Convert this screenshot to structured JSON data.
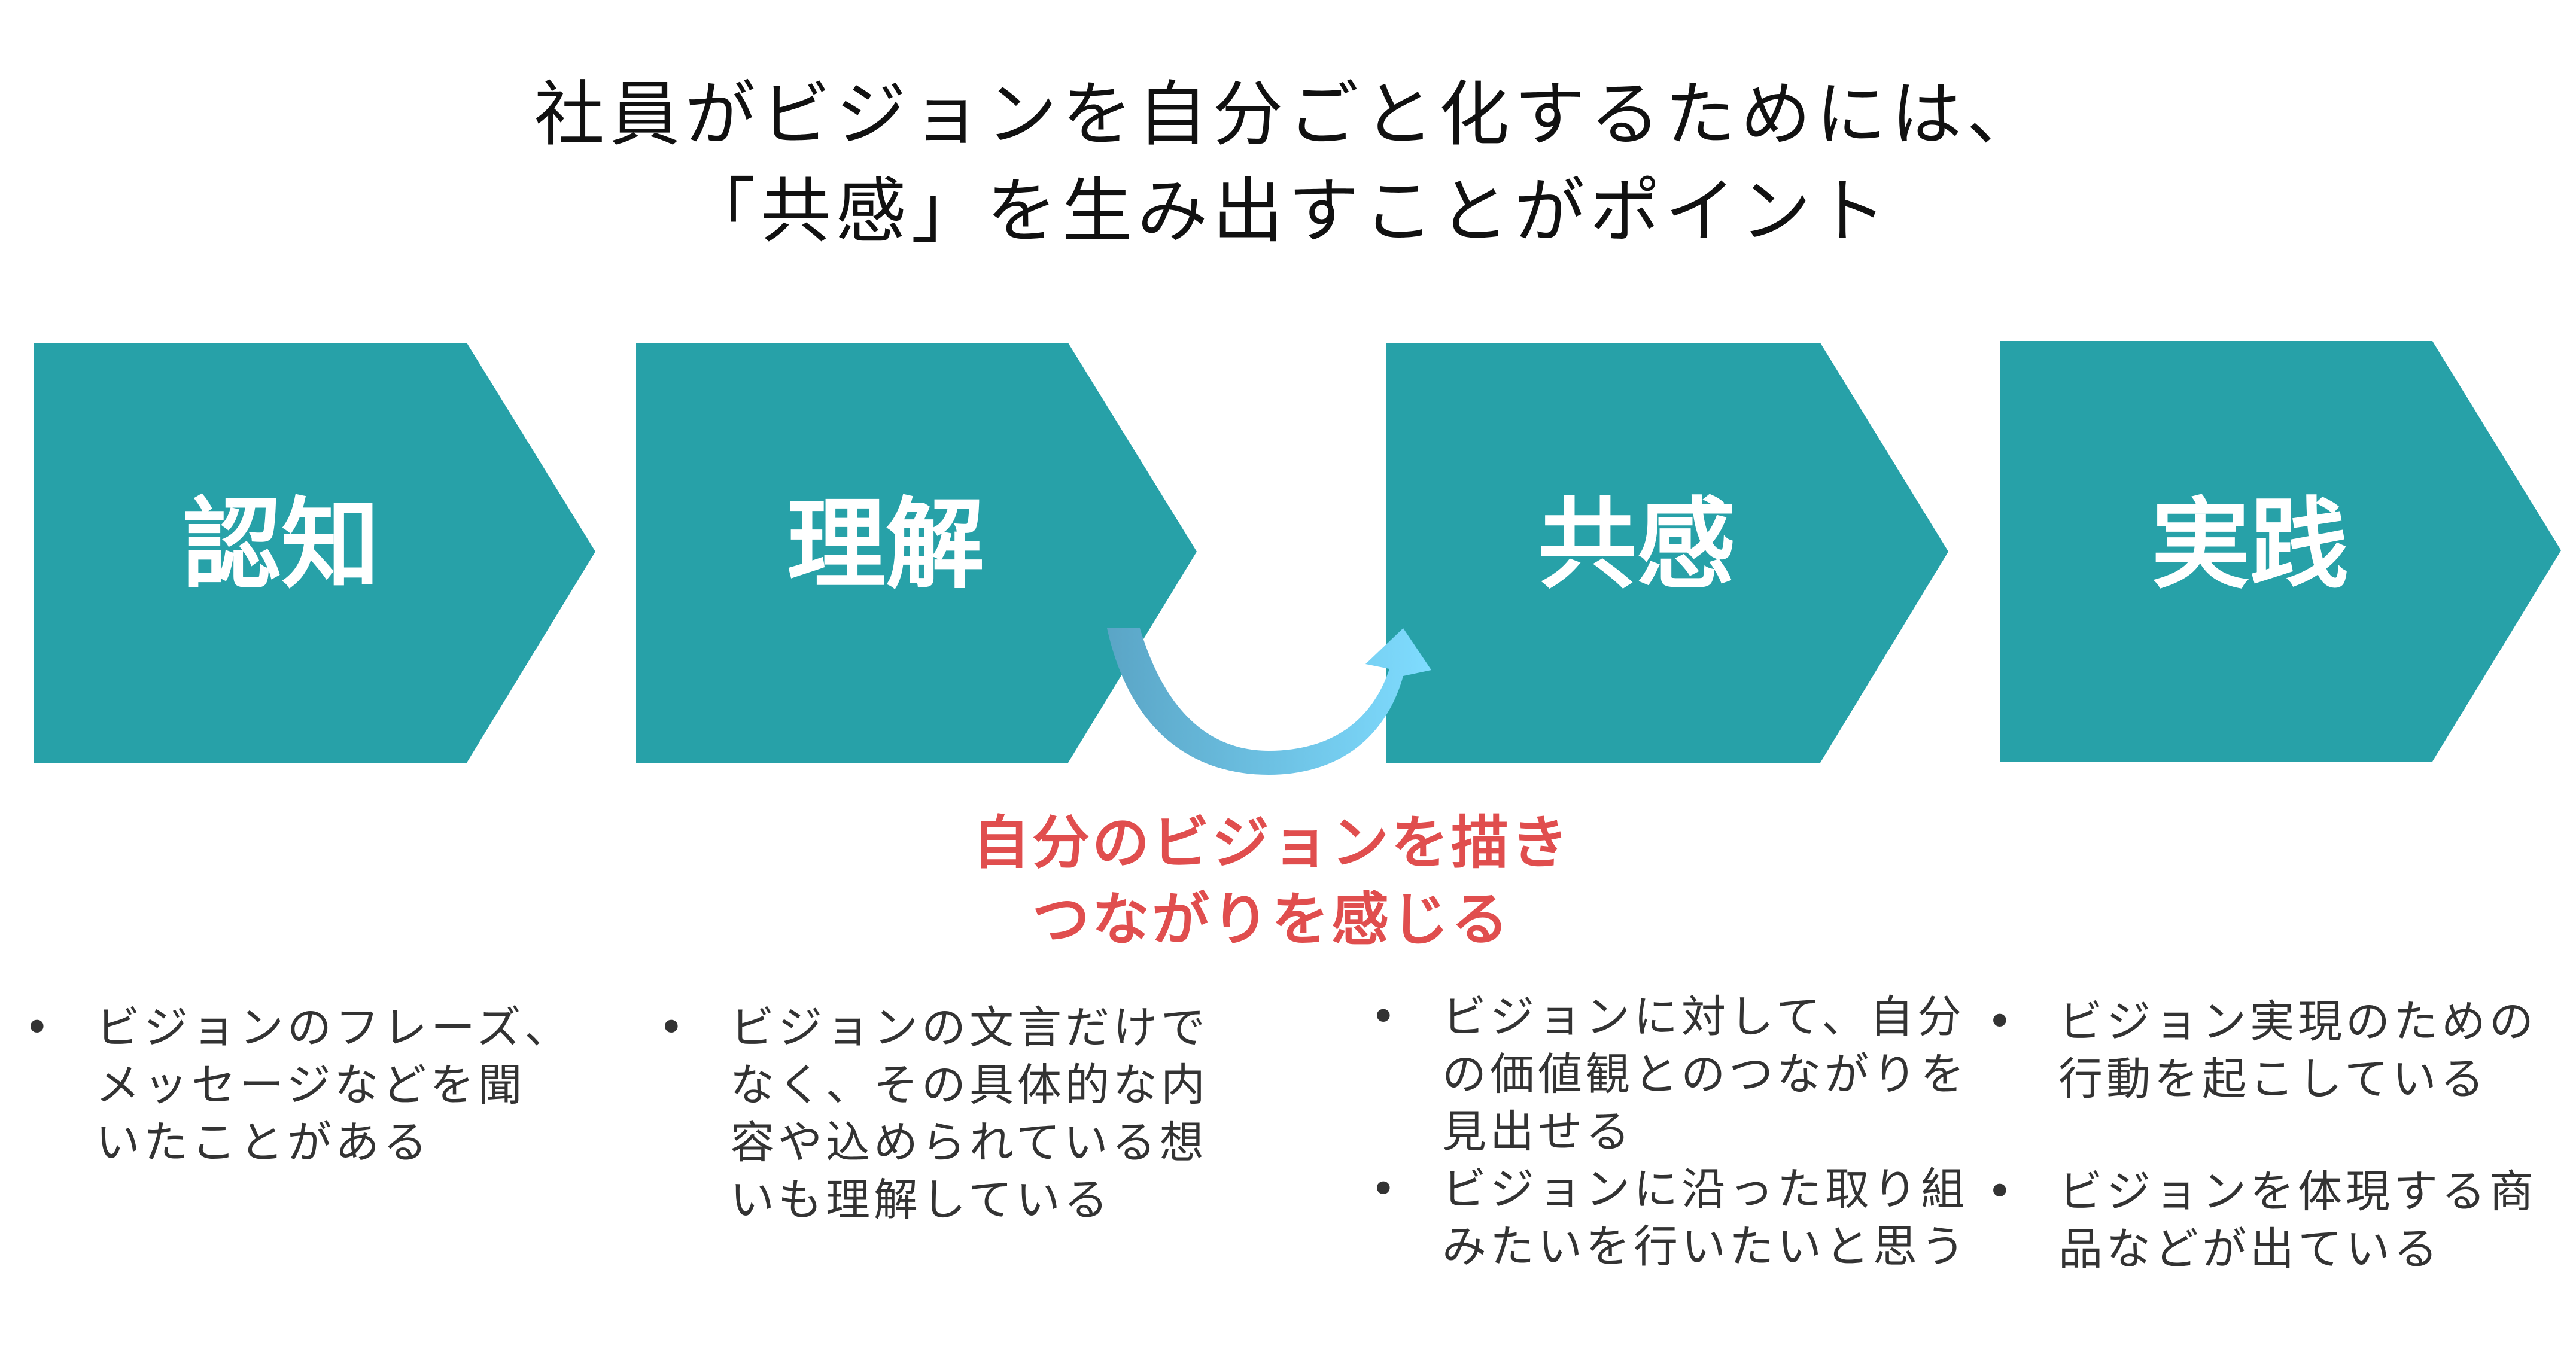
{
  "title": {
    "line1": "社員がビジョンを自分ごと化するためには、",
    "line2": "「共感」を生み出すことがポイント"
  },
  "colors": {
    "stage_fill": "#27a1a8",
    "stage_text": "#ffffff",
    "callout": "#e04e4e",
    "arrow_start": "#5aa5c6",
    "arrow_end": "#7fdcff"
  },
  "stages": [
    {
      "label": "認知"
    },
    {
      "label": "理解"
    },
    {
      "label": "共感"
    },
    {
      "label": "実践"
    }
  ],
  "callout": {
    "line1": "自分のビジョンを描き",
    "line2": "つながりを感じる"
  },
  "bullet_glyph": "•",
  "columns": [
    {
      "items": [
        {
          "lines": [
            "ビジョンのフレーズ、",
            "メッセージなどを聞",
            "いたことがある"
          ]
        }
      ]
    },
    {
      "items": [
        {
          "lines": [
            "ビジョンの文言だけで",
            "なく、その具体的な内",
            "容や込められている想",
            "いも理解している"
          ]
        }
      ]
    },
    {
      "items": [
        {
          "lines": [
            "ビジョンに対して、自分",
            "の価値観とのつながりを",
            "見出せる"
          ]
        },
        {
          "lines": [
            "ビジョンに沿った取り組",
            "みたいを行いたいと思う"
          ]
        }
      ]
    },
    {
      "items": [
        {
          "lines": [
            "ビジョン実現のための",
            "行動を起こしている"
          ]
        },
        {
          "lines": [
            "ビジョンを体現する商",
            "品などが出ている"
          ]
        }
      ]
    }
  ]
}
